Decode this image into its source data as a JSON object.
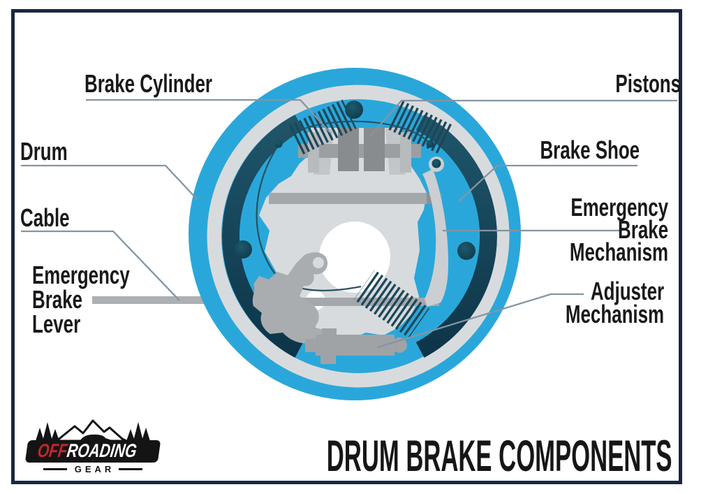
{
  "title": "DRUM BRAKE COMPONENTS",
  "labels": {
    "brake_cylinder": "Brake Cylinder",
    "pistons": "Pistons",
    "drum": "Drum",
    "cable": "Cable",
    "emergency_brake_lever": "Emergency\nBrake\nLever",
    "brake_shoe": "Brake Shoe",
    "emergency_brake_mechanism": "Emergency\nBrake\nMechanism",
    "adjuster_mechanism": "Adjuster\nMechanism"
  },
  "logo": {
    "off": "OFF",
    "roading": "ROADING",
    "gear": "GEAR"
  },
  "colors": {
    "accent_cyan": "#2AA7DA",
    "shoe_dark_teal_top": "#20566B",
    "shoe_dark_teal_bottom": "#0D3448",
    "pale_gray": "#D8DBDD",
    "mid_gray": "#9FA3A6",
    "frame_navy": "#192742",
    "leader_gray": "#8495A1",
    "label_black": "#191919",
    "logo_red": "#C1272D"
  }
}
